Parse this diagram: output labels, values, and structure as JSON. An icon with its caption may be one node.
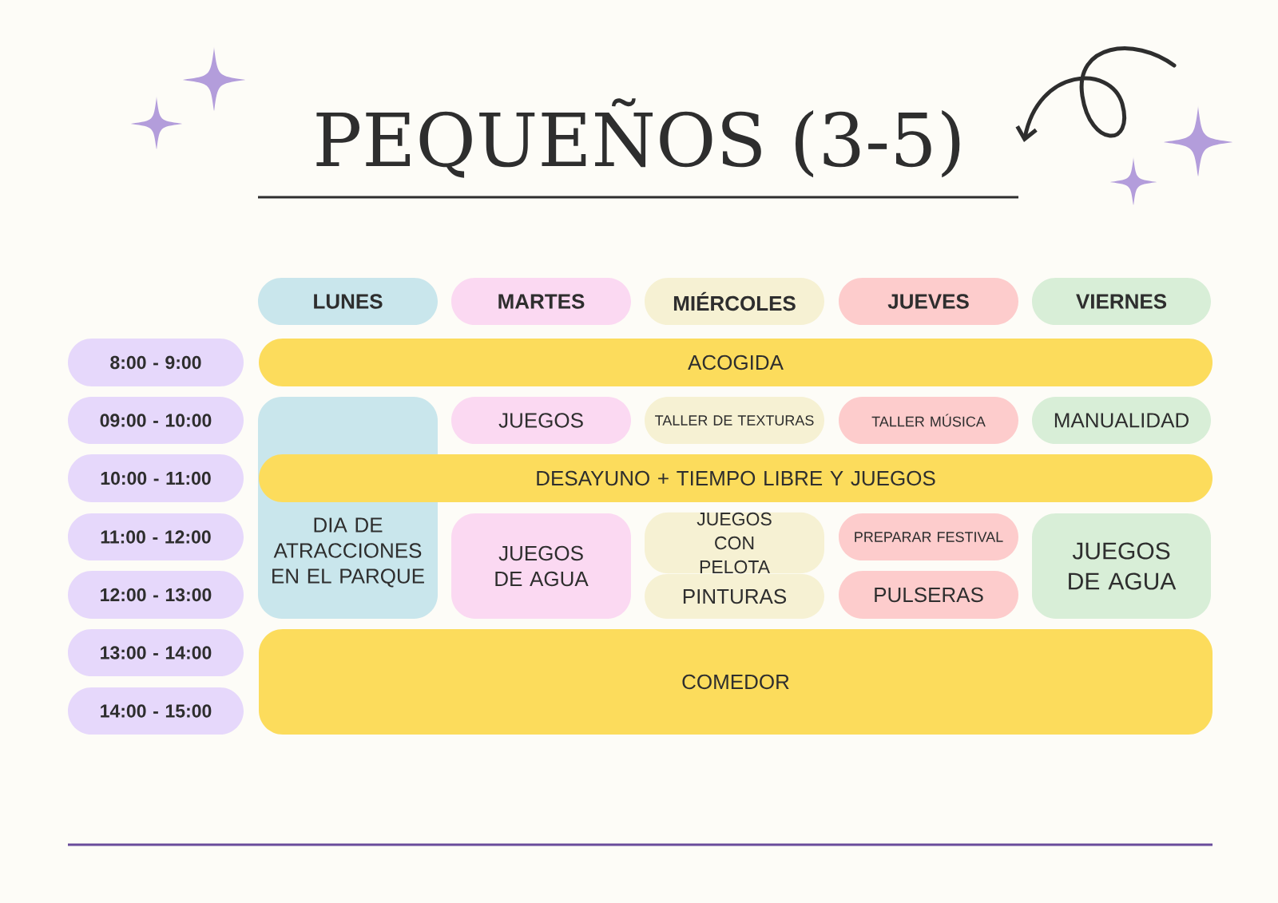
{
  "diagram": {
    "title": "PEQUEÑOS (3-5)",
    "nodes": [
      {
        "text": [
          "LUNES"
        ]
      },
      {
        "text": [
          "MARTES"
        ]
      },
      {
        "text": [
          "MIÉRCOLES"
        ]
      },
      {
        "text": [
          "JUEVES"
        ]
      },
      {
        "text": [
          "VIERNES"
        ]
      },
      {
        "text": [
          "8:00 - 9:00"
        ]
      },
      {
        "text": [
          "ACOGIDA"
        ]
      },
      {
        "text": [
          "09:00 - 10:00"
        ]
      },
      {
        "text": [
          "DIA DE ATRACCIONES EN EL PARQUE"
        ]
      },
      {
        "text": [
          "JUEGOS"
        ]
      },
      {
        "text": [
          "TALLER DE TEXTURAS"
        ]
      },
      {
        "text": [
          "TALLER MÚSICA"
        ]
      },
      {
        "text": [
          "MANUALIDAD"
        ]
      },
      {
        "text": [
          "10:00 - 11:00"
        ]
      },
      {
        "text": [
          "DESAYUNO +  TIEMPO LIBRE Y JUEGOS"
        ]
      },
      {
        "text": [
          "11:00 - 12:00"
        ]
      },
      {
        "text": [
          "JUEGOS DE AGUA"
        ]
      },
      {
        "text": [
          "JUEGOS CON PELOTA"
        ]
      },
      {
        "text": [
          "PREPARAR FESTIVAL"
        ]
      },
      {
        "text": [
          "JUEGOS DE AGUA"
        ]
      },
      {
        "text": [
          "12:00 - 13:00"
        ]
      },
      {
        "text": [
          "PINTURAS"
        ]
      },
      {
        "text": [
          "PULSERAS"
        ]
      },
      {
        "text": [
          "13:00 - 14:00"
        ]
      },
      {
        "text": [
          "COMEDOR"
        ]
      },
      {
        "text": [
          "14:00 - 15:00"
        ]
      }
    ]
  }
}
